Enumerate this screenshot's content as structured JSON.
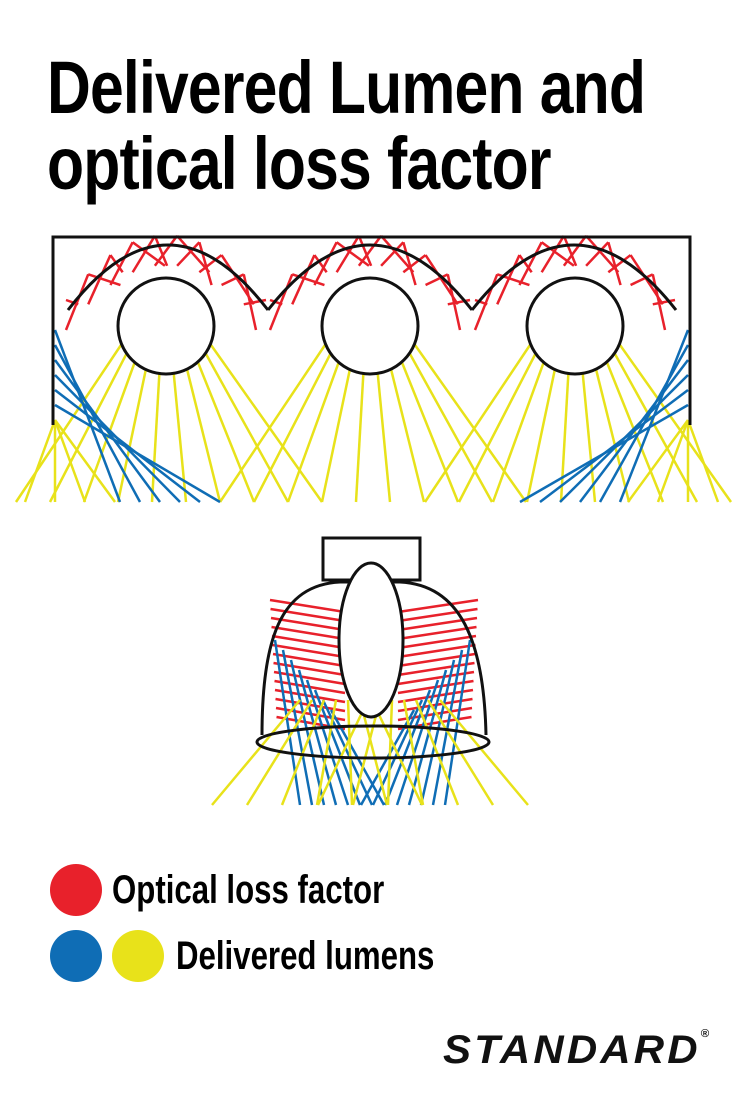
{
  "title": {
    "line1": "Delivered Lumen and",
    "line2": "optical loss factor"
  },
  "legend": [
    {
      "label": "Optical loss factor",
      "colors": [
        "#e8212b"
      ]
    },
    {
      "label": "Delivered lumens",
      "colors": [
        "#0f6db5",
        "#e8e21a"
      ]
    }
  ],
  "logo": {
    "text": "STANDARD",
    "mark": "®"
  },
  "colors": {
    "red": "#e8212b",
    "blue": "#0f6db5",
    "yellow": "#e8e21a",
    "outline": "#111111"
  }
}
